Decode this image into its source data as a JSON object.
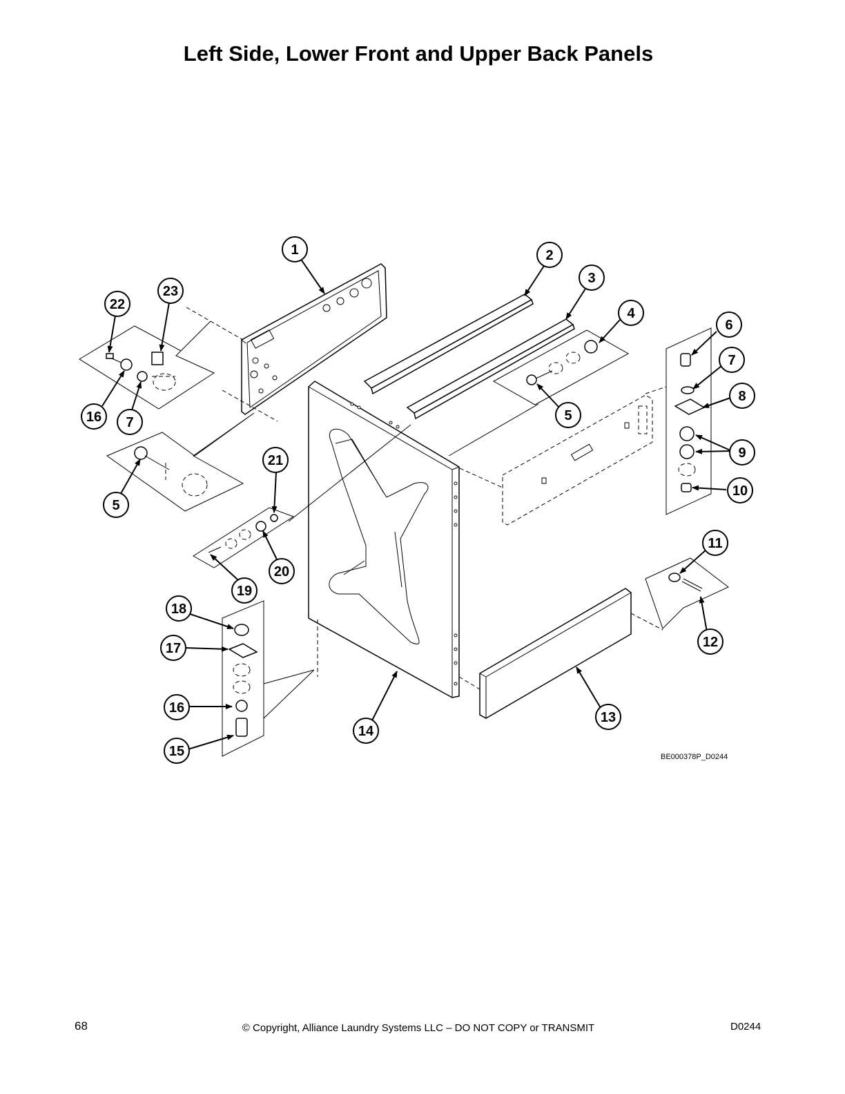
{
  "page": {
    "title": "Left Side, Lower Front and Upper Back Panels",
    "page_number": "68",
    "copyright": "© Copyright, Alliance Laundry Systems LLC – DO NOT COPY or TRANSMIT",
    "doc_code": "D0244",
    "figure_id": "BE000378P_D0244"
  },
  "callouts": [
    {
      "id": "c1",
      "label": "1"
    },
    {
      "id": "c2",
      "label": "2"
    },
    {
      "id": "c3",
      "label": "3"
    },
    {
      "id": "c4",
      "label": "4"
    },
    {
      "id": "c5a",
      "label": "5"
    },
    {
      "id": "c5b",
      "label": "5"
    },
    {
      "id": "c6",
      "label": "6"
    },
    {
      "id": "c7a",
      "label": "7"
    },
    {
      "id": "c7b",
      "label": "7"
    },
    {
      "id": "c8",
      "label": "8"
    },
    {
      "id": "c9",
      "label": "9"
    },
    {
      "id": "c10",
      "label": "10"
    },
    {
      "id": "c11",
      "label": "11"
    },
    {
      "id": "c12",
      "label": "12"
    },
    {
      "id": "c13",
      "label": "13"
    },
    {
      "id": "c14",
      "label": "14"
    },
    {
      "id": "c15",
      "label": "15"
    },
    {
      "id": "c16a",
      "label": "16"
    },
    {
      "id": "c16b",
      "label": "16"
    },
    {
      "id": "c17",
      "label": "17"
    },
    {
      "id": "c18",
      "label": "18"
    },
    {
      "id": "c19",
      "label": "19"
    },
    {
      "id": "c20",
      "label": "20"
    },
    {
      "id": "c21",
      "label": "21"
    },
    {
      "id": "c22",
      "label": "22"
    },
    {
      "id": "c23",
      "label": "23"
    }
  ]
}
